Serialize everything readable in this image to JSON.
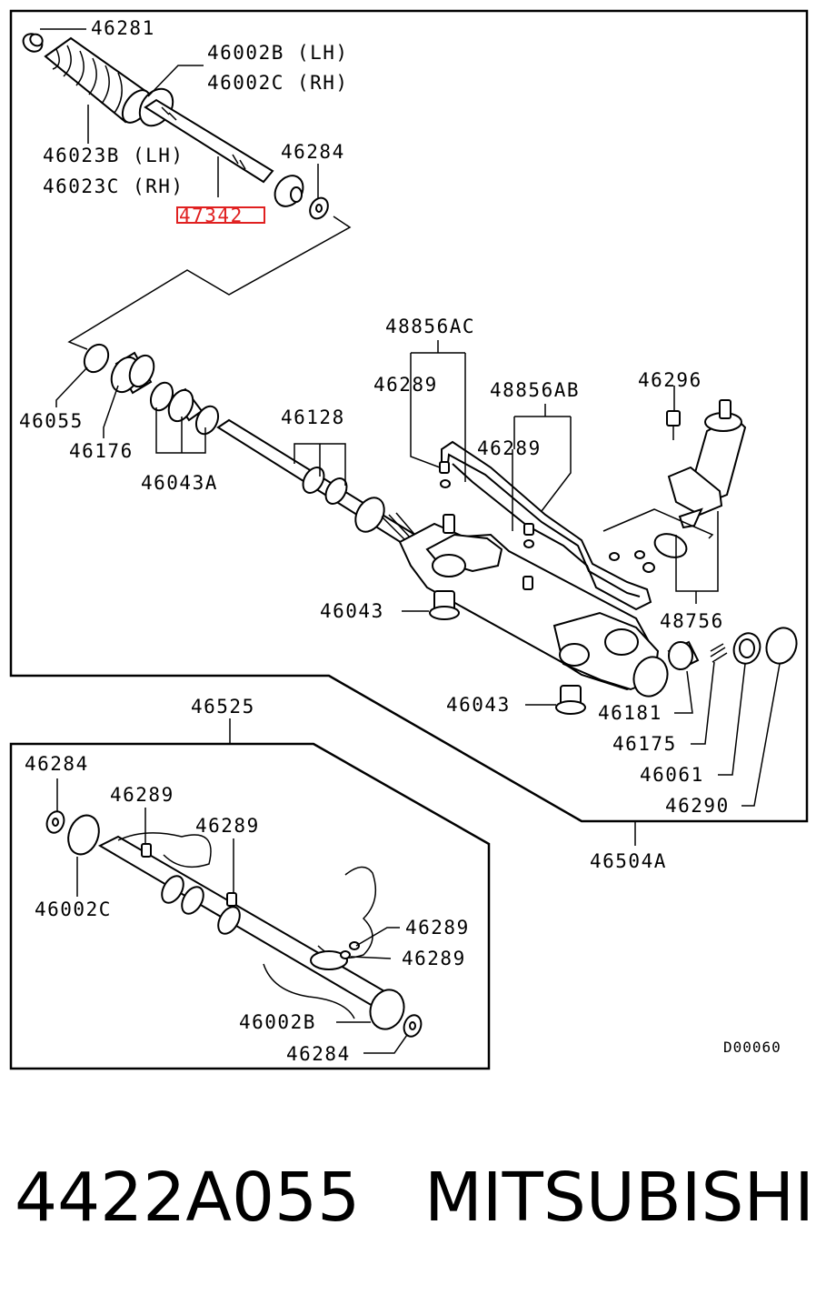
{
  "diagram_code": "D00060",
  "labels": {
    "l46281": "46281",
    "l46002b_lh": "46002B (LH)",
    "l46002c_rh": "46002C (RH)",
    "l46023b_lh": "46023B (LH)",
    "l46023c_rh": "46023C (RH)",
    "l46284_top": "46284",
    "l47342": "47342",
    "l48856ac": "48856AC",
    "l46289_a": "46289",
    "l48856ab": "48856AB",
    "l46296": "46296",
    "l46289_b": "46289",
    "l46128": "46128",
    "l46055": "46055",
    "l46176": "46176",
    "l46043a": "46043A",
    "l46043_a": "46043",
    "l48756": "48756",
    "l46043_b": "46043",
    "l46181": "46181",
    "l46175": "46175",
    "l46061": "46061",
    "l46290": "46290",
    "l46525": "46525",
    "l46504a": "46504A",
    "sub46284_top": "46284",
    "sub46289_a": "46289",
    "sub46289_b": "46289",
    "sub46002c": "46002C",
    "sub46289_c": "46289",
    "sub46289_d": "46289",
    "sub46002b": "46002B",
    "sub46284_bottom": "46284"
  },
  "highlight_color": "#e02020",
  "caption": {
    "part_number": "4422A055",
    "brand": "MITSUBISHI"
  }
}
